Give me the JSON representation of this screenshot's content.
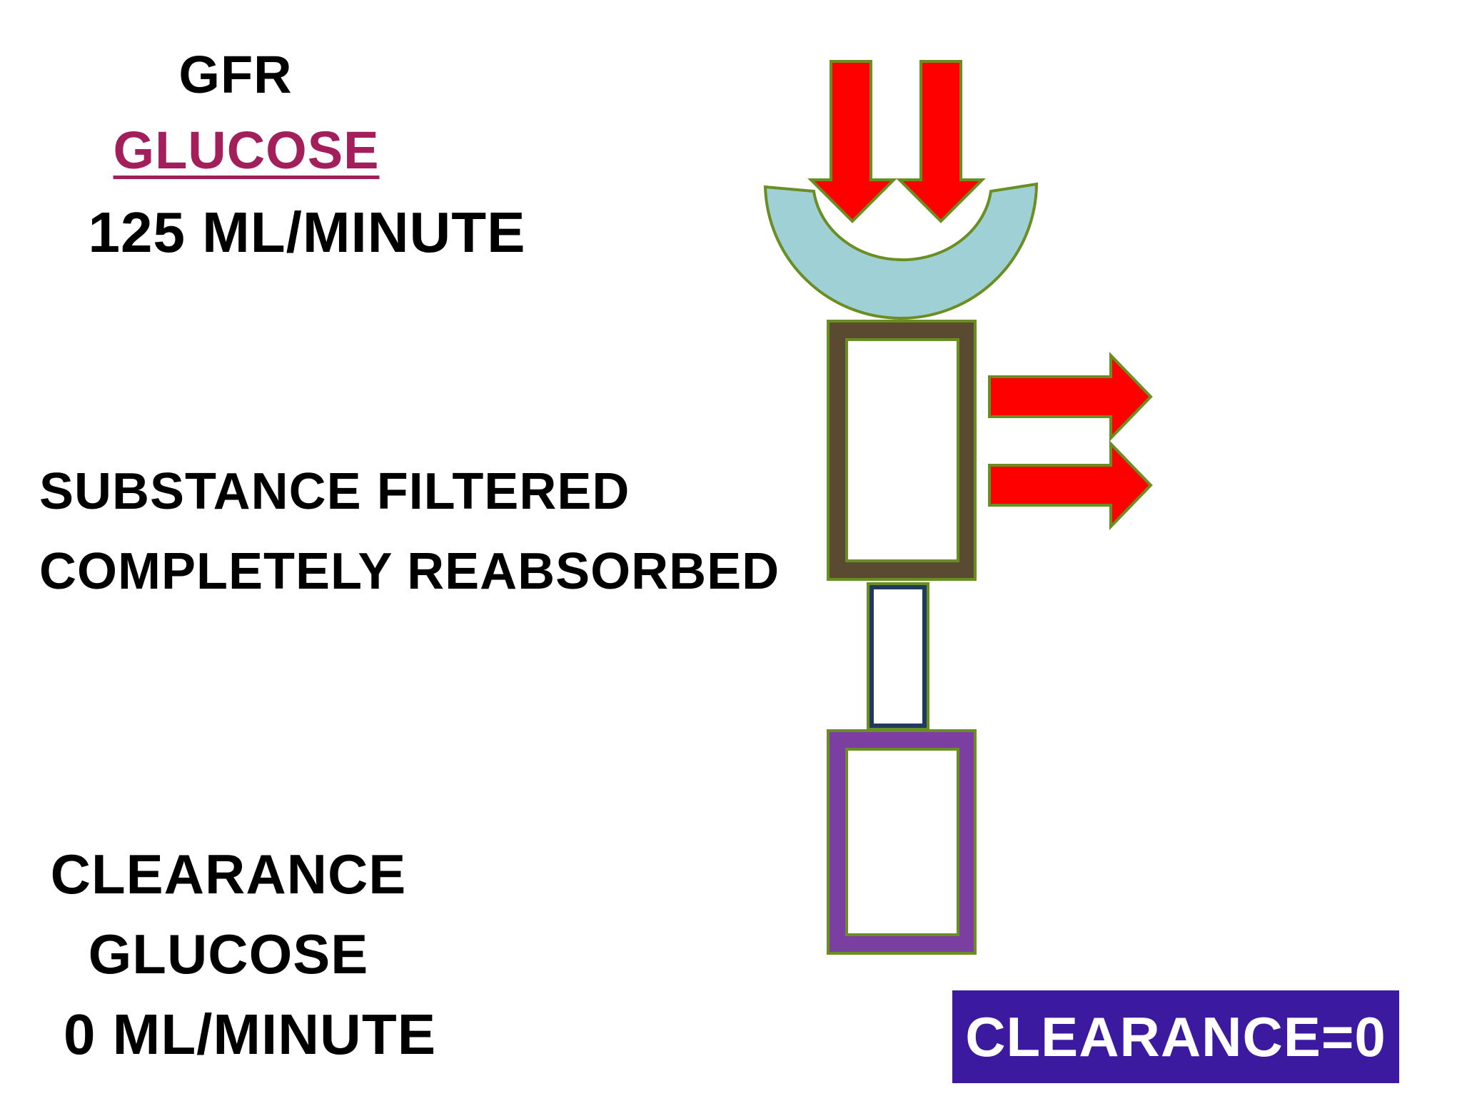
{
  "gfr": {
    "title": "GFR",
    "substance": "GLUCOSE",
    "rate": "125 ML/MINUTE"
  },
  "substance_text": {
    "line1": "SUBSTANCE FILTERED",
    "line2": "COMPLETELY REABSORBED"
  },
  "clearance": {
    "line1": "CLEARANCE",
    "line2": "GLUCOSE",
    "line3": "0 ML/MINUTE"
  },
  "badge": {
    "label": "CLEARANCE=0"
  },
  "colors": {
    "arrow_fill": "#ff0000",
    "shape_outline": "#6b8e23",
    "capsule_fill": "#9ed0d6",
    "proximal_tubule": "#5a4a32",
    "distal_tubule": "#7a3fa0",
    "gfr_substance_text": "#a31f5c",
    "badge_background": "#3b1aa0"
  }
}
